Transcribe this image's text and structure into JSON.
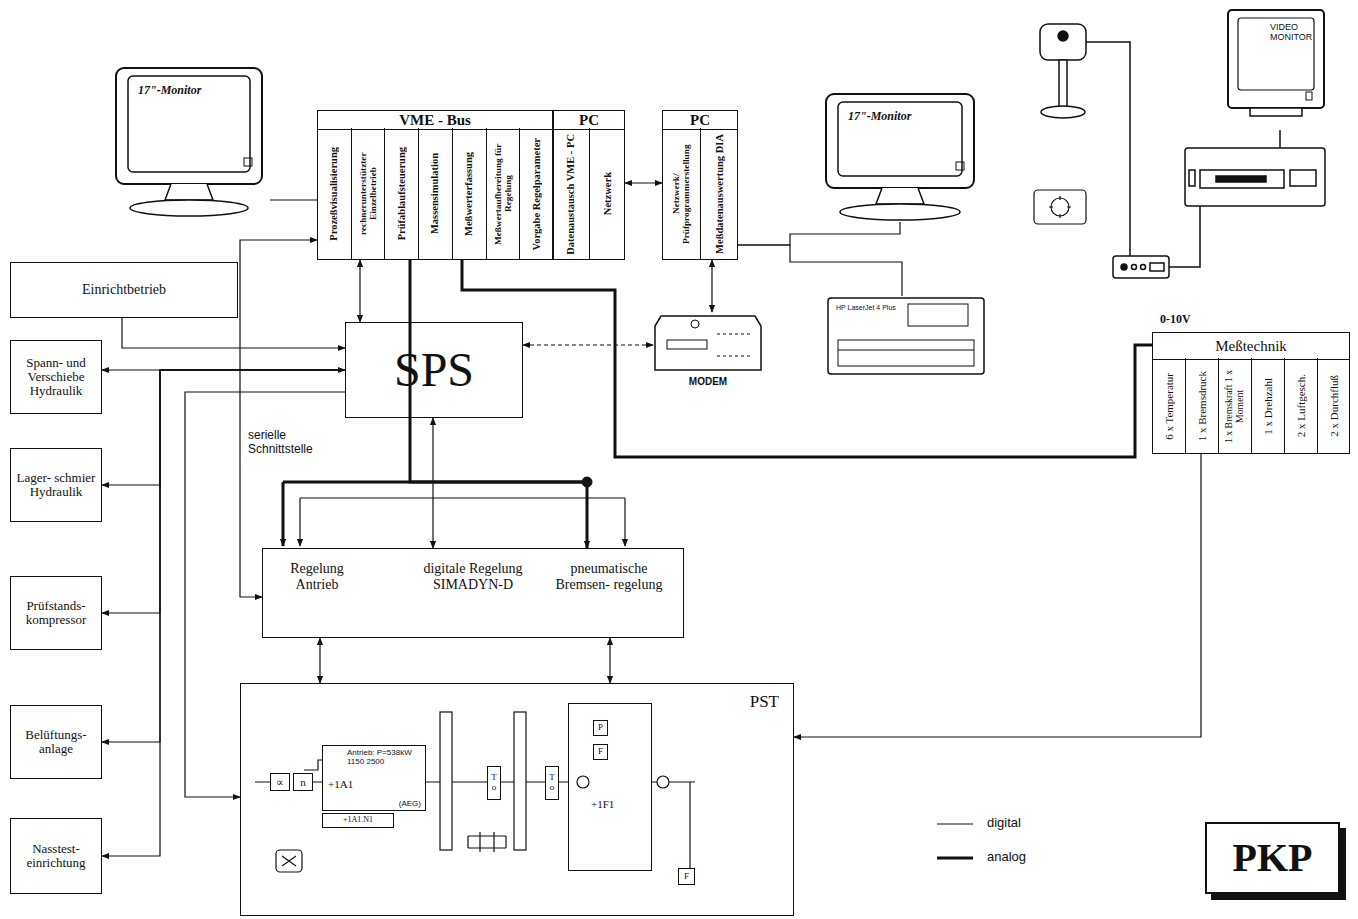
{
  "diagram": {
    "nodes": [
      {
        "text": [
          "17\"-Monitor"
        ]
      },
      {
        "text": [
          "VME - Bus"
        ]
      },
      {
        "text": [
          "Prozeßvisualisierung"
        ],
        "in": 1
      },
      {
        "text": [
          "rechnerunterstützter Einzelbetrieb"
        ],
        "in": 1
      },
      {
        "text": [
          "Prüfablaufsteuerung"
        ],
        "in": 1
      },
      {
        "text": [
          "Massensimulation"
        ],
        "in": 1
      },
      {
        "text": [
          "Meßwerterfassung"
        ],
        "in": 1
      },
      {
        "text": [
          "Meßwertaufbereitung für Regelung"
        ],
        "in": 1
      },
      {
        "text": [
          "Vorgabe Regelparameter"
        ],
        "in": 1
      },
      {
        "text": [
          "PC"
        ]
      },
      {
        "text": [
          "Datenaustausch VME - PC"
        ],
        "in": 9
      },
      {
        "text": [
          "Netzwerk"
        ],
        "in": 9
      },
      {
        "text": [
          "PC"
        ]
      },
      {
        "text": [
          "Netzwerk/ Prüfprogrammerstellung"
        ],
        "in": 12
      },
      {
        "text": [
          "Meßdatenauswertung DIA"
        ],
        "in": 12
      },
      {
        "text": [
          "17\"-Monitor"
        ]
      },
      {
        "text": [
          "VIDEO MONITOR"
        ]
      },
      {
        "text": [
          "Einrichtbetrieb"
        ]
      },
      {
        "text": [
          "Spann- und Verschiebe Hydraulik"
        ]
      },
      {
        "text": [
          "SPS"
        ]
      },
      {
        "text": [
          "MODEM"
        ]
      },
      {
        "text": [
          "HP LaserJet 4 Plus"
        ]
      },
      {
        "text": [
          "Meßtechnik"
        ]
      },
      {
        "text": [
          "6 x Temperatur"
        ],
        "in": 22
      },
      {
        "text": [
          "1 x Bremsdruck"
        ],
        "in": 22
      },
      {
        "text": [
          "1 x Bremskraft 1 x Moment"
        ],
        "in": 22
      },
      {
        "text": [
          "1 x Drehzahl"
        ],
        "in": 22
      },
      {
        "text": [
          "2 x Luftgesch."
        ],
        "in": 22
      },
      {
        "text": [
          "2 x Durchfluß"
        ],
        "in": 22
      },
      {
        "text": [
          "Lager- schmier Hydraulik"
        ]
      },
      {
        "text": [
          "Prüfstands- kompressor"
        ]
      },
      {
        "text": [
          "Regelung Antrieb",
          "digitale Regelung SIMADYN-D",
          "pneumatische Bremsen- regelung"
        ]
      },
      {
        "text": [
          "Belüftungs- anlage"
        ]
      },
      {
        "text": [
          "PST"
        ]
      },
      {
        "text": [
          "∝"
        ],
        "in": 33
      },
      {
        "text": [
          "n"
        ],
        "in": 33
      },
      {
        "text": [
          "Antrieb: P=538kW 1150 2500",
          "+1A1",
          "(AEG)"
        ],
        "in": 33
      },
      {
        "text": [
          "+1A1.N1"
        ],
        "in": 33
      },
      {
        "text": [
          "T o"
        ],
        "in": 33
      },
      {
        "text": [
          "T o"
        ],
        "in": 33
      },
      {
        "text": [
          "+1F1"
        ],
        "in": 33
      },
      {
        "text": [
          "P"
        ],
        "in": 40
      },
      {
        "text": [
          "F"
        ],
        "in": 40
      },
      {
        "text": [
          "F"
        ],
        "in": 33
      },
      {
        "text": [
          "Nasstest- einrichtung"
        ]
      },
      {
        "text": [
          "PKP"
        ]
      }
    ],
    "edges": [
      {
        "from": 0,
        "to": 1,
        "arrow": "none"
      },
      {
        "from": 1,
        "to": 19,
        "arrow": "both"
      },
      {
        "from": 9,
        "to": 12,
        "arrow": "both"
      },
      {
        "from": 12,
        "to": 20,
        "arrow": "both"
      },
      {
        "from": 12,
        "to": 15,
        "arrow": "none"
      },
      {
        "from": 12,
        "to": 21,
        "arrow": "none"
      },
      {
        "from": 19,
        "to": 20,
        "arrow": "both"
      },
      {
        "from": 17,
        "to": 19,
        "arrow": "to"
      },
      {
        "from": 19,
        "to": 18,
        "arrow": "both"
      },
      {
        "from": 19,
        "to": 29,
        "arrow": "to"
      },
      {
        "from": 19,
        "to": 30,
        "arrow": "to"
      },
      {
        "from": 19,
        "to": 32,
        "arrow": "to"
      },
      {
        "from": 19,
        "to": 44,
        "arrow": "to"
      },
      {
        "from": 19,
        "to": 33,
        "arrow": "to"
      },
      {
        "from": 1,
        "to": 31,
        "label": "serielle Schnittstelle",
        "arrow": "both"
      },
      {
        "from": 19,
        "to": 31,
        "arrow": "both"
      },
      {
        "from": 4,
        "to": 31,
        "arrow": "to"
      },
      {
        "from": 6,
        "to": 22,
        "arrow": "none"
      },
      {
        "from": 22,
        "to": 33,
        "arrow": "to"
      },
      {
        "from": 31,
        "to": 33,
        "arrow": "both"
      },
      {
        "from": 31,
        "to": 33,
        "arrow": "both"
      }
    ],
    "labels": [
      "0-10V"
    ],
    "legend": [
      {
        "text": "digital"
      },
      {
        "text": "analog"
      }
    ]
  }
}
